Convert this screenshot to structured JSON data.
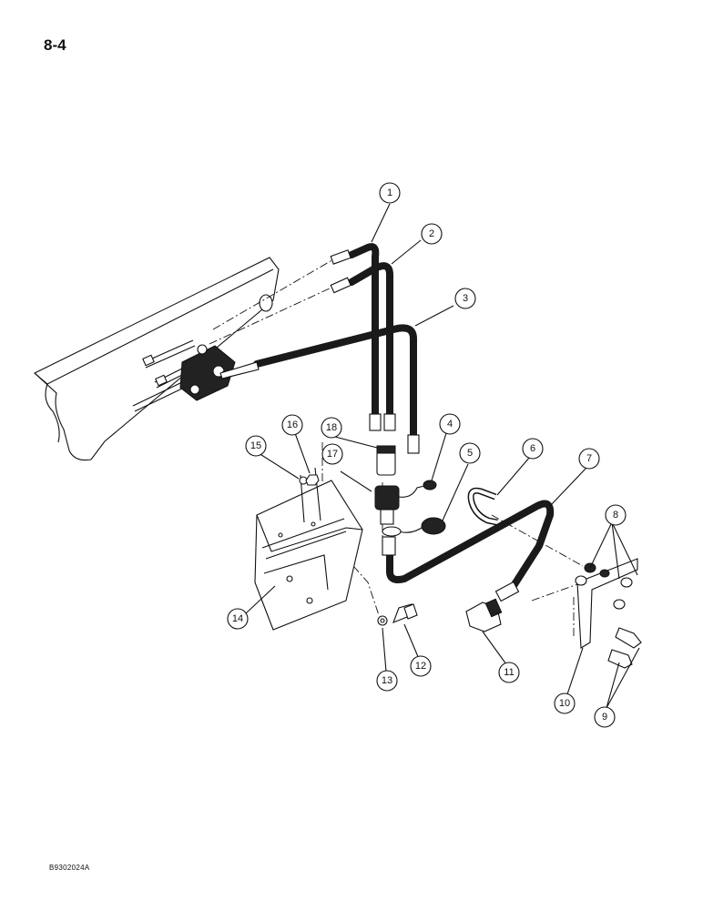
{
  "page": {
    "number": "8-4",
    "figure_code": "B9302024A"
  },
  "callouts": [
    {
      "id": "c1",
      "label": "1"
    },
    {
      "id": "c2",
      "label": "2"
    },
    {
      "id": "c3",
      "label": "3"
    },
    {
      "id": "c4",
      "label": "4"
    },
    {
      "id": "c5",
      "label": "5"
    },
    {
      "id": "c6",
      "label": "6"
    },
    {
      "id": "c7",
      "label": "7"
    },
    {
      "id": "c8",
      "label": "8"
    },
    {
      "id": "c9",
      "label": "9"
    },
    {
      "id": "c10",
      "label": "10"
    },
    {
      "id": "c11",
      "label": "11"
    },
    {
      "id": "c12",
      "label": "12"
    },
    {
      "id": "c13",
      "label": "13"
    },
    {
      "id": "c14",
      "label": "14"
    },
    {
      "id": "c15",
      "label": "15"
    },
    {
      "id": "c16",
      "label": "16"
    },
    {
      "id": "c17",
      "label": "17"
    },
    {
      "id": "c18",
      "label": "18"
    }
  ]
}
